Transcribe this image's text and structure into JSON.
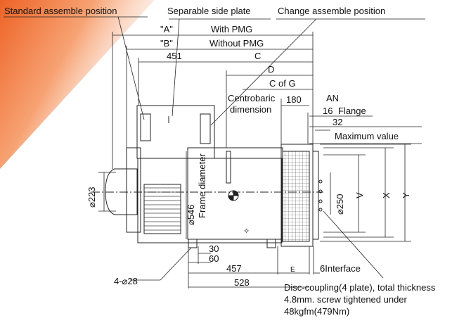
{
  "labels": {
    "standard_position": "Standard assemble position",
    "separable_plate": "Separable side plate",
    "change_position": "Change assemble position",
    "dim_A_key": "\"A\"",
    "dim_A_text": "With PMG",
    "dim_B_key": "\"B\"",
    "dim_B_text": "Without PMG",
    "dim_451": "451",
    "dim_C": "C",
    "dim_D": "D",
    "dim_CofG": "C of G",
    "centrobaric_1": "Centrobaric",
    "centrobaric_2": "dimension",
    "dim_180": "180",
    "dim_AN": "AN",
    "dim_16": "16",
    "flange": "Flange",
    "dim_32": "32",
    "max_value": "Maximum value",
    "frame_diameter": "Frame diameter",
    "dia_546": "⌀546",
    "dia_223": "⌀223",
    "dia_250": "⌀250",
    "dim_V": "V",
    "dim_X": "X",
    "dim_Y": "Y",
    "dim_30": "30",
    "dim_60": "60",
    "dim_457": "457",
    "dim_E": "E",
    "interface": "6Interface",
    "dim_528": "528",
    "holes": "4-⌀28",
    "note_1": "Disc-coupling(4 plate), total thickness",
    "note_2": "4.8mm. screw tightened under",
    "note_3": "48kgfm(479Nm)"
  },
  "colors": {
    "accent_gradient_start": "#f06a2a",
    "accent_gradient_end": "#ffffff",
    "line": "#222222"
  }
}
